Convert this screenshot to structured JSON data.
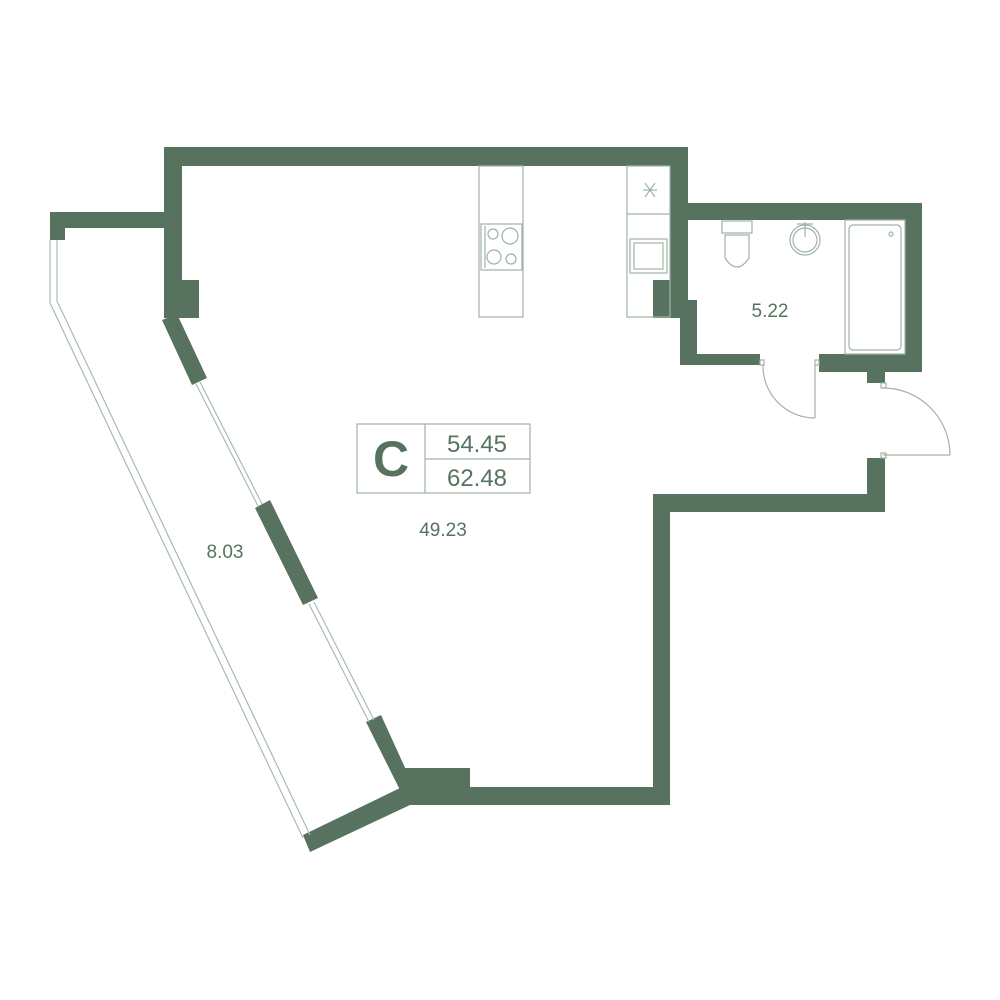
{
  "colors": {
    "wall": "#57735f",
    "fixture": "#9fb3a5",
    "text": "#57735f"
  },
  "apartment": {
    "type_letter": "C",
    "living_area": "54.45",
    "total_area": "62.48"
  },
  "rooms": {
    "main_room_area": "49.23",
    "balcony_area": "8.03",
    "bathroom_area": "5.22"
  }
}
